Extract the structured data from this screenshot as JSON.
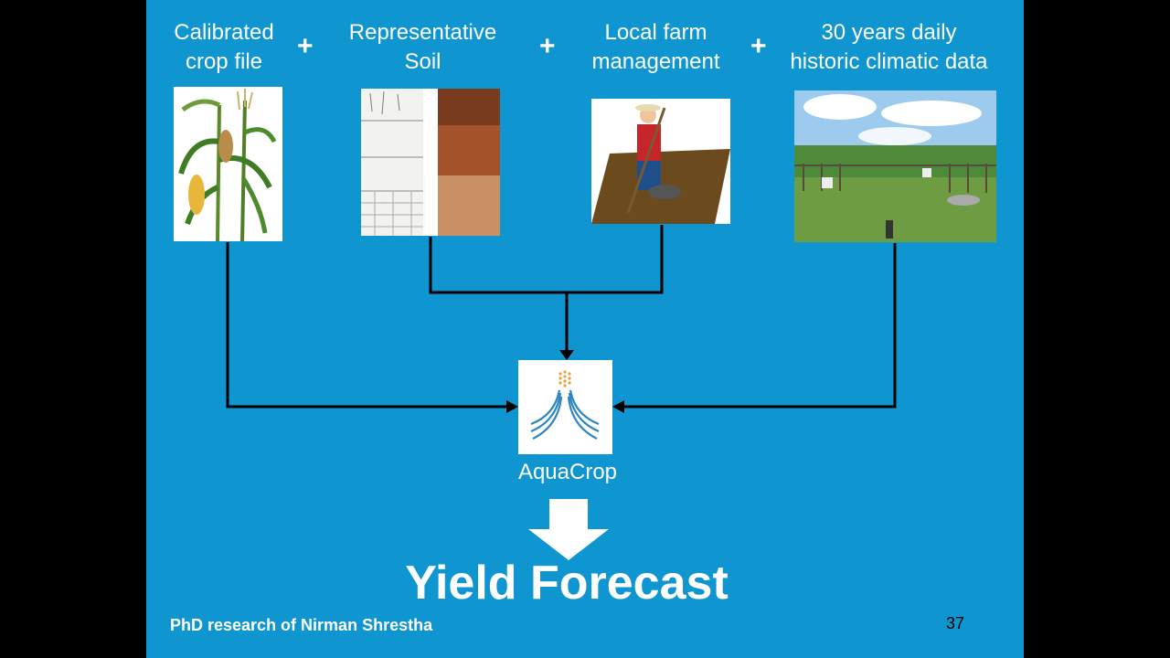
{
  "inputs": {
    "crop": "Calibrated\ncrop file",
    "soil": "Representative\nSoil",
    "farm": "Local farm\nmanagement",
    "climate": "30 years daily\nhistoric climatic data"
  },
  "plus_sign": "+",
  "model": {
    "name": "AquaCrop",
    "logo_icon": "aquacrop-logo-icon"
  },
  "output": "Yield Forecast",
  "credit": "PhD research of Nirman Shrestha",
  "page_number": "37",
  "colors": {
    "slide_background": "#0f95cf",
    "arrow": "#000000",
    "text": "#ffffff"
  }
}
